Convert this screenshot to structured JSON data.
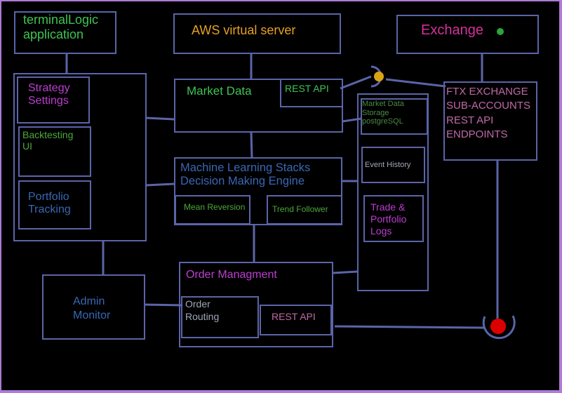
{
  "colors": {
    "frame": "#b07ad6",
    "background": "#000000",
    "line": "#5b64a8",
    "green": "#3fc453",
    "orange": "#e6a020",
    "magenta": "#d5309a",
    "purple": "#bc3ed0",
    "blue": "#3a67b5",
    "grey": "#a0a6b8",
    "olive": "#4ca83a",
    "red": "#dd0000",
    "gold": "#d8a317"
  },
  "nodes": {
    "terminal_logic": "terminalLogic\napplication",
    "aws_server": "AWS virtual server",
    "exchange": "Exchange",
    "strategy_settings": "Strategy\nSettings",
    "backtesting_ui": "Backtesting\nUI",
    "portfolio_tracking": "Portfolio\nTracking",
    "market_data": "Market Data",
    "market_data_rest_api": "REST API",
    "ml_stacks": "Machine Learning Stacks\nDecision Making Engine",
    "mean_reversion": "Mean Reversion",
    "trend_follower": "Trend Follower",
    "market_data_storage": "Market Data\nStorage\npostgreSQL",
    "event_history": "Event History",
    "trade_portfolio_logs": "Trade &\nPortfolio\nLogs",
    "ftx_exchange": "FTX EXCHANGE\nSUB-ACCOUNTS\nREST API\nENDPOINTS",
    "order_management": "Order Managment",
    "order_routing": "Order\nRouting",
    "order_rest_api": "REST API",
    "admin_monitor": "Admin\nMonitor"
  }
}
